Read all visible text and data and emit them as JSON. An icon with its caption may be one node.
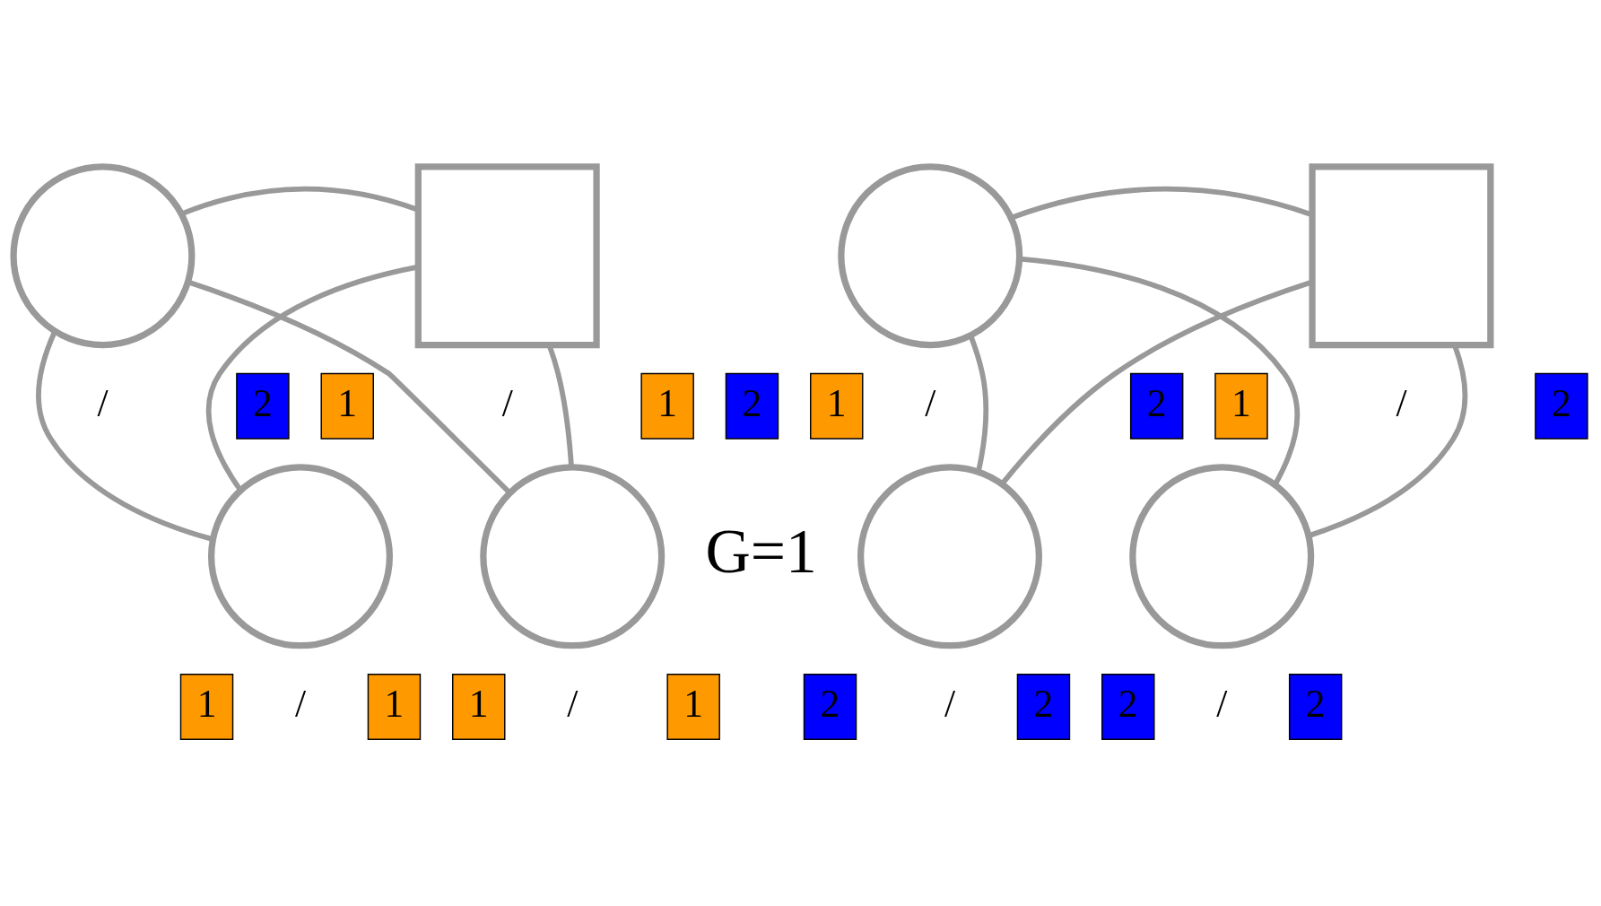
{
  "diagram": {
    "nodes": [
      {
        "text": [],
        "shape": "circle"
      },
      {
        "text": [],
        "shape": "box"
      },
      {
        "text": [
          "1"
        ]
      },
      {
        "text": [
          "2"
        ]
      },
      {
        "text": [
          "1"
        ]
      },
      {
        "text": [
          "2"
        ]
      },
      {
        "text": [],
        "shape": "circle"
      },
      {
        "text": [],
        "shape": "circle"
      },
      {
        "text": [
          "1"
        ]
      },
      {
        "text": [
          "1"
        ]
      },
      {
        "text": [
          "1"
        ]
      },
      {
        "text": [
          "1"
        ]
      },
      {
        "text": [],
        "shape": "circle"
      },
      {
        "text": [],
        "shape": "box"
      },
      {
        "text": [
          "1"
        ]
      },
      {
        "text": [
          "2"
        ]
      },
      {
        "text": [
          "1"
        ]
      },
      {
        "text": [
          "2"
        ]
      },
      {
        "text": [],
        "shape": "circle"
      },
      {
        "text": [],
        "shape": "circle"
      },
      {
        "text": [
          "2"
        ]
      },
      {
        "text": [
          "2"
        ]
      },
      {
        "text": [
          "2"
        ]
      },
      {
        "text": [
          "2"
        ]
      }
    ],
    "edges": [
      {
        "from": 0,
        "to": 1,
        "arrow": "none"
      },
      {
        "from": 0,
        "to": 6,
        "arrow": "none"
      },
      {
        "from": 0,
        "to": 7,
        "arrow": "none"
      },
      {
        "from": 1,
        "to": 6,
        "arrow": "none"
      },
      {
        "from": 1,
        "to": 7,
        "arrow": "none"
      },
      {
        "from": 12,
        "to": 13,
        "arrow": "none"
      },
      {
        "from": 12,
        "to": 18,
        "arrow": "none"
      },
      {
        "from": 12,
        "to": 19,
        "arrow": "none"
      },
      {
        "from": 13,
        "to": 18,
        "arrow": "none"
      },
      {
        "from": 13,
        "to": 19,
        "arrow": "none"
      }
    ],
    "labels": [
      "/",
      "/",
      "/",
      "/",
      "G=1",
      "/",
      "/",
      "/",
      "/"
    ]
  }
}
